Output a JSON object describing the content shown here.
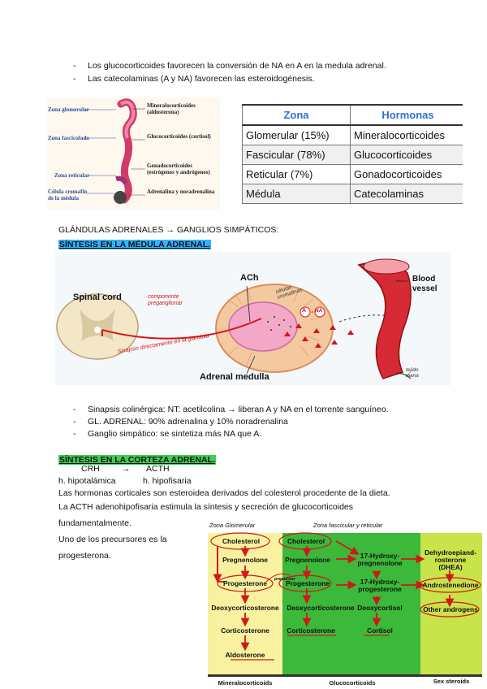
{
  "top_bullets": [
    "Los glucocorticoides favorecen la conversión de NA en A en la medula adrenal.",
    "Las catecolaminas (A y NA) favorecen las esteroidogénesis."
  ],
  "zone_figure": {
    "left_labels": [
      "Zona glomerular",
      "Zona fasciculada",
      "Zona reticular",
      "Célula cromafín de la médula"
    ],
    "right_labels": [
      "Mineralocorticoides (aldosterona)",
      "Glucocorticoides (cortisol)",
      "Gonadocorticoides (estrógenos y andrógenos)",
      "Adrenalina y noradrenalina"
    ]
  },
  "zone_table": {
    "headers": [
      "Zona",
      "Hormonas"
    ],
    "rows": [
      [
        "Glomerular (15%)",
        "Mineralocorticoides"
      ],
      [
        "Fascicular (78%)",
        "Glucocorticoides"
      ],
      [
        "Reticular (7%)",
        "Gonadocorticoides"
      ],
      [
        "Médula",
        "Catecolaminas"
      ]
    ]
  },
  "section1": {
    "line": "GLÁNDULAS ADRENALES → GANGLIOS SIMPÁTICOS:",
    "title": "SÍNTESIS EN LA MÉDULA ADRENAL."
  },
  "medulla_figure": {
    "spinal_cord": "Spinal cord",
    "ach": "ACh",
    "adrenal_medulla": "Adrenal medulla",
    "blood_vessel": "Blood vessel",
    "componente": "componente preganglionar",
    "celulas": "células cromafinas",
    "sinapsis": "Sinapsis directamente en la glándula",
    "tejido": "tejido diana",
    "a": "A",
    "na": "NA"
  },
  "middle_bullets": [
    "Sinapsis colinérgica: NT: acetilcolina → liberan A y NA en el torrente sanguíneo.",
    "GL. ADRENAL: 90% adrenalina y 10% noradrenalina",
    "Ganglio simpático: se sintetiza más NA que A."
  ],
  "section2": {
    "title": "SÍNTESIS EN LA CORTEZA ADRENAL.",
    "crh": "CRH",
    "arrow": "→",
    "acth": "ACTH",
    "h1": "h. hipotalámica",
    "h2": "h. hipofisaria",
    "p1": "Las hormonas corticales son esteroidea derivados del colesterol procedente de la dieta.",
    "p2": "La ACTH adenohipofisaria estimula la síntesis y secreción de glucocorticoides",
    "p2b": "fundamentalmente.",
    "p3a": "Uno de los precursores es la",
    "p3b": "progesterona."
  },
  "synthesis_diagram": {
    "zone_glom": "Zona Glomerular",
    "zone_fasc": "Zona fascicular y reticular",
    "precursor": "precursor",
    "col1": [
      "Cholesterol",
      "Pregnenolone",
      "Progesterone",
      "Deoxycorticosterone",
      "Corticosterone",
      "Aldosterone"
    ],
    "col2": [
      "Cholesterol",
      "Pregnenolone",
      "Progesterone",
      "Deoxycorticosterone",
      "Corticosterone"
    ],
    "col3": [
      "17-Hydroxy-pregnenolone",
      "17-Hydroxy-progesterone",
      "Deoxycortisol",
      "Cortisol"
    ],
    "col4": [
      "Dehydroepiand-rosterone (DHEA)",
      "Androstenedione",
      "Other androgens"
    ],
    "bottom": [
      "Mineralocorticoids",
      "Glucocorticoids",
      "Sex steroids"
    ],
    "colors": {
      "glom": "#f8f2a0",
      "gluco": "#3cb83a",
      "sex": "#c9e34a"
    }
  }
}
